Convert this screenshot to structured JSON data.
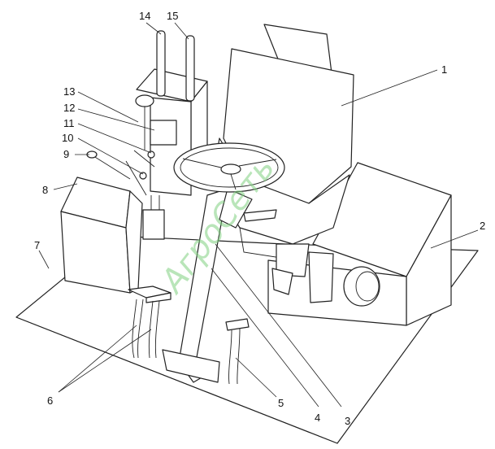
{
  "diagram": {
    "watermark": "АгроСеть",
    "parts": [
      {
        "id": "seat",
        "label": "1"
      },
      {
        "id": "battery-box",
        "label": "2"
      },
      {
        "id": "steering-column-left",
        "label": "3"
      },
      {
        "id": "steering-column-right",
        "label": "4"
      },
      {
        "id": "brake-pedal",
        "label": "5"
      },
      {
        "id": "clutch-pedals",
        "label": "6"
      },
      {
        "id": "floor-plate",
        "label": "7"
      },
      {
        "id": "side-console",
        "label": "8"
      },
      {
        "id": "lever-9",
        "label": "9"
      },
      {
        "id": "lever-10",
        "label": "10"
      },
      {
        "id": "lever-11",
        "label": "11"
      },
      {
        "id": "panel-12",
        "label": "12"
      },
      {
        "id": "knob-13",
        "label": "13"
      },
      {
        "id": "lever-14",
        "label": "14"
      },
      {
        "id": "lever-15",
        "label": "15"
      }
    ]
  }
}
